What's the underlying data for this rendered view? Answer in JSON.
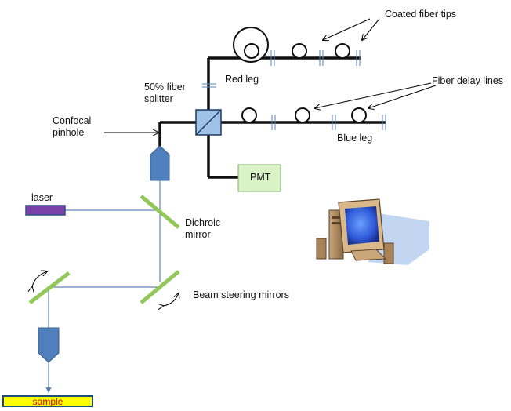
{
  "labels": {
    "coated_fiber_tips": "Coated fiber tips",
    "fiber_delay_lines": "Fiber delay lines",
    "red_leg": "Red leg",
    "blue_leg": "Blue leg",
    "fiber_splitter": "50% fiber\nsplitter",
    "confocal_pinhole": "Confocal\npinhole",
    "pmt": "PMT",
    "laser": "laser",
    "dichroic_mirror": "Dichroic\nmirror",
    "beam_steering_mirrors": "Beam steering mirrors",
    "sample": "sample"
  },
  "colors": {
    "fiber": "#111111",
    "beam": "#5b86b8",
    "mirror": "#92c85a",
    "lens": "#4f7fbd",
    "splitter": "#9ec3e6",
    "pmt_fill": "#d9f2c6",
    "laser_fill": "#7b3fa8",
    "sample_fill": "#ffff00",
    "sample_text": "#cc0000"
  },
  "icons": {
    "computer": "computer-icon"
  }
}
